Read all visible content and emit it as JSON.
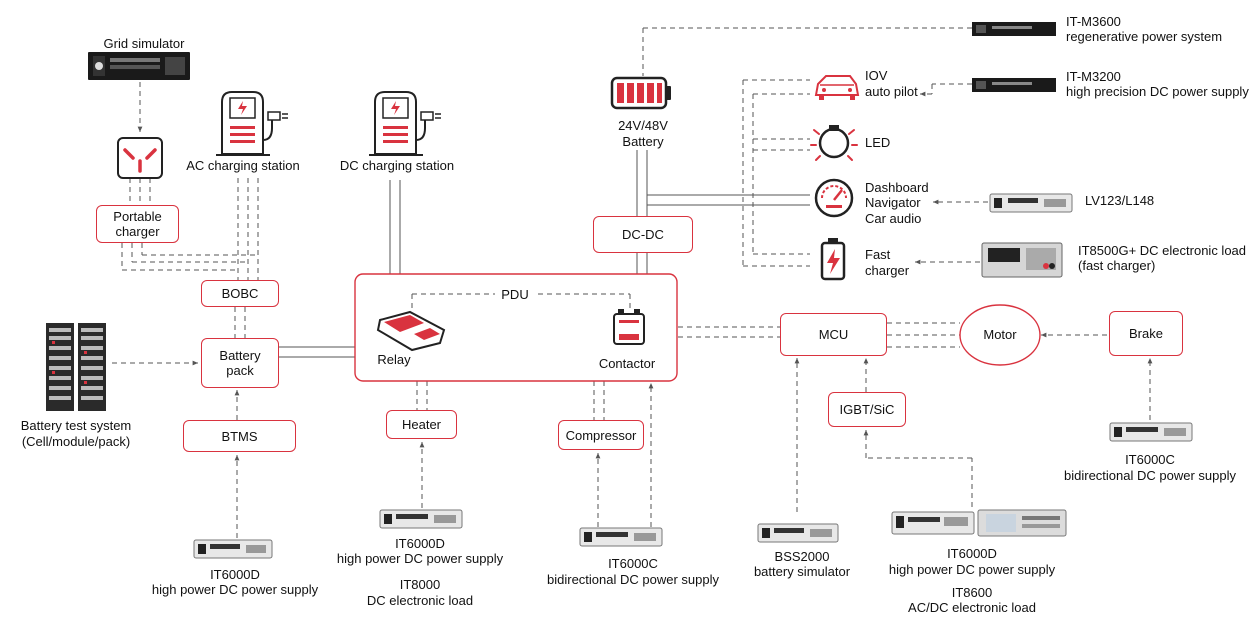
{
  "colors": {
    "accent": "#d9333f",
    "line": "#555555",
    "equipment": "#1a1a1a"
  },
  "labels": {
    "grid_simulator": "Grid simulator",
    "ac_charging_station": "AC charging station",
    "dc_charging_station": "DC charging station",
    "battery_voltage": "24V/48V",
    "battery": "Battery",
    "battery_test_system": "Battery test system",
    "battery_test_system_sub": "(Cell/module/pack)",
    "pdu": "PDU",
    "relay": "Relay",
    "contactor": "Contactor",
    "motor": "Motor",
    "iov": "IOV",
    "auto_pilot": "auto pilot",
    "led": "LED",
    "dashboard": "Dashboard",
    "navigator": "Navigator",
    "car_audio": "Car audio",
    "fast": "Fast",
    "charger": "charger"
  },
  "boxes": {
    "portable_charger_1": "Portable",
    "portable_charger_2": "charger",
    "bobc": "BOBC",
    "battery_pack_1": "Battery",
    "battery_pack_2": "pack",
    "btms": "BTMS",
    "heater": "Heater",
    "compressor": "Compressor",
    "dc_dc": "DC-DC",
    "mcu": "MCU",
    "igbt_sic": "IGBT/SiC",
    "brake": "Brake"
  },
  "equipment": {
    "m3600_name": "IT-M3600",
    "m3600_desc": "regenerative power system",
    "m3200_name": "IT-M3200",
    "m3200_desc": "high precision DC power supply",
    "lv123_name": "LV123/L148",
    "it8500_name": "IT8500G+ DC electronic load",
    "it8500_desc": "(fast charger)",
    "it6000d_left_name": "IT6000D",
    "it6000d_left_desc": "high power DC power supply",
    "it6000d_mid_name": "IT6000D",
    "it6000d_mid_desc": "high power DC power supply",
    "it8000_name": "IT8000",
    "it8000_desc": "DC electronic load",
    "it6000c_mid_name": "IT6000C",
    "it6000c_mid_desc": "bidirectional DC power supply",
    "bss2000_name": "BSS2000",
    "bss2000_desc": "battery simulator",
    "it6000d_right_name": "IT6000D",
    "it6000d_right_desc": "high power DC power supply",
    "it8600_name": "IT8600",
    "it8600_desc": "AC/DC electronic load",
    "it6000c_right_name": "IT6000C",
    "it6000c_right_desc": "bidirectional DC power supply"
  },
  "icons": [
    "grid-simulator-icon",
    "socket-icon",
    "ac-charger-icon",
    "dc-charger-icon",
    "battery-icon",
    "relay-icon",
    "contactor-icon",
    "car-icon",
    "bulb-icon",
    "gauge-icon",
    "fast-charge-icon",
    "rack-icon"
  ]
}
